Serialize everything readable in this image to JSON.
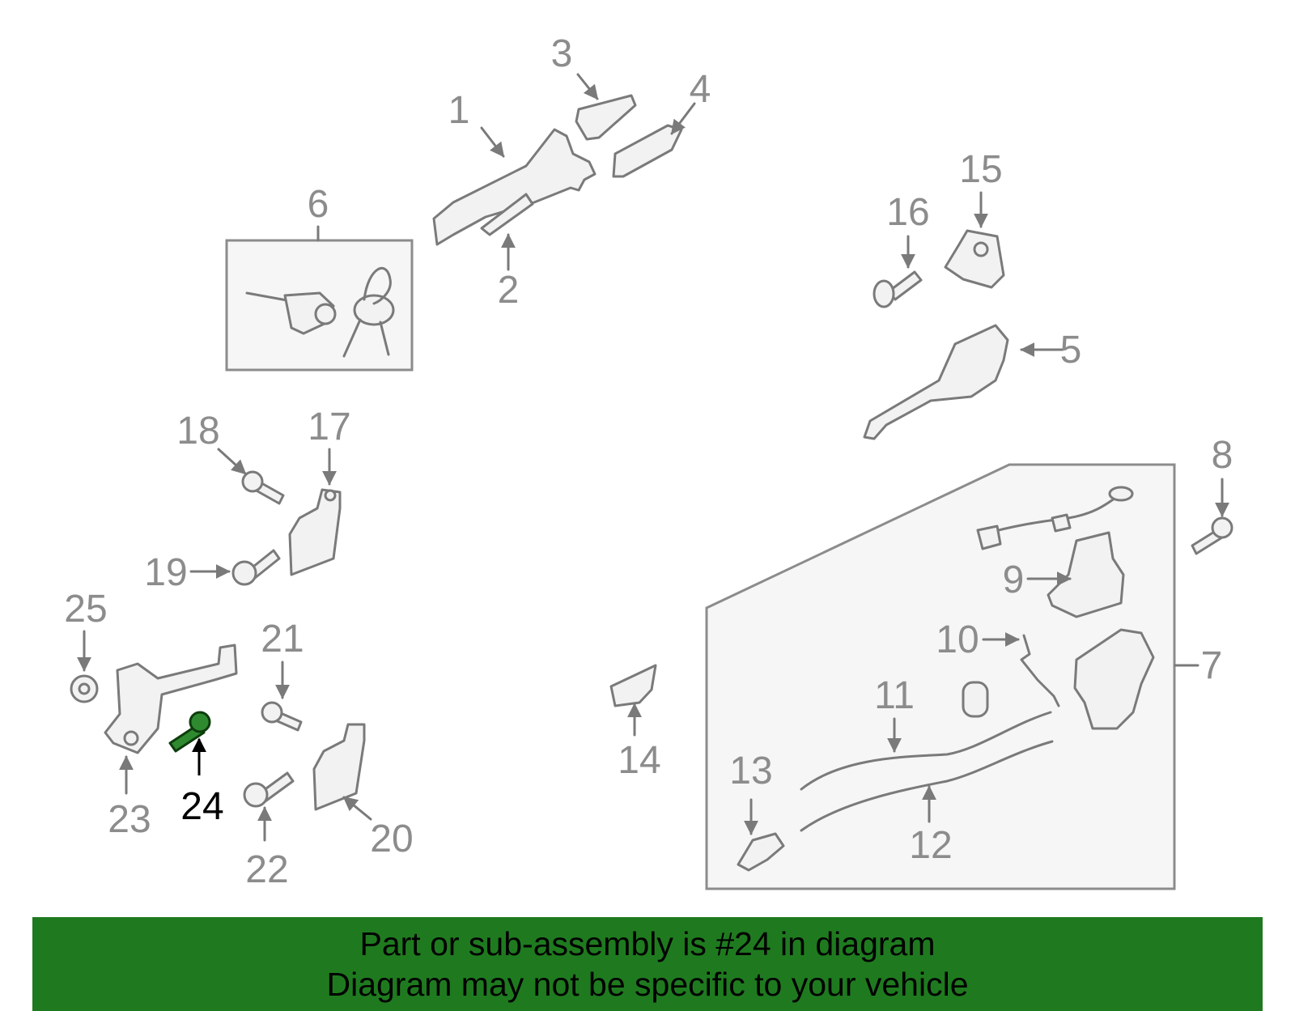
{
  "highlight_color": "#1f7a1f",
  "callouts": {
    "c1": "1",
    "c2": "2",
    "c3": "3",
    "c4": "4",
    "c5": "5",
    "c6": "6",
    "c7": "7",
    "c8": "8",
    "c9": "9",
    "c10": "10",
    "c11": "11",
    "c12": "12",
    "c13": "13",
    "c14": "14",
    "c15": "15",
    "c16": "16",
    "c17": "17",
    "c18": "18",
    "c19": "19",
    "c20": "20",
    "c21": "21",
    "c22": "22",
    "c23": "23",
    "c24": "24",
    "c25": "25"
  },
  "banner": {
    "line1": "Part or sub-assembly is #24 in diagram",
    "line2": "Diagram may not be specific to your vehicle"
  }
}
